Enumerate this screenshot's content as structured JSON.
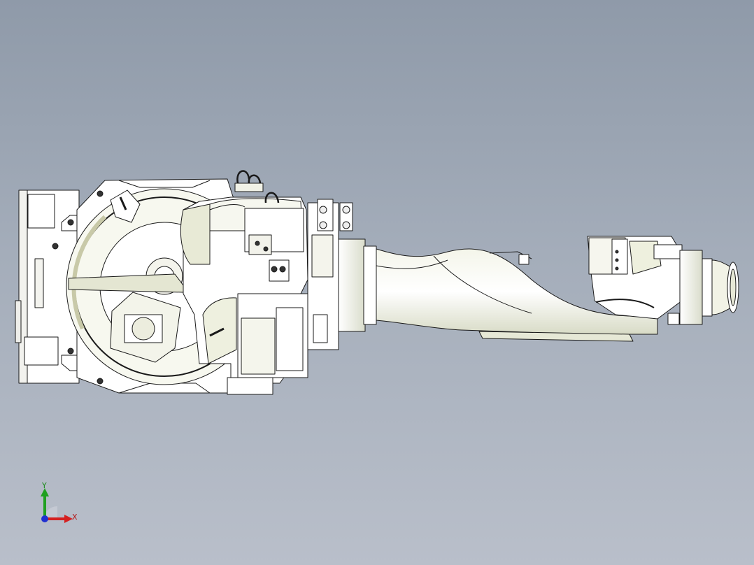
{
  "view": {
    "background_top": "#8f9aa9",
    "background_bottom": "#b9bfca",
    "part_fill": "#ffffff",
    "part_fill_shaded": "#e6e8d8",
    "edge_color": "#1a1a1a"
  },
  "model": {
    "icon": "robot-arm-model"
  },
  "triad": {
    "x_label": "X",
    "y_label": "Y",
    "x_color": "#d42020",
    "y_color": "#20a020",
    "z_color": "#2030d0"
  }
}
